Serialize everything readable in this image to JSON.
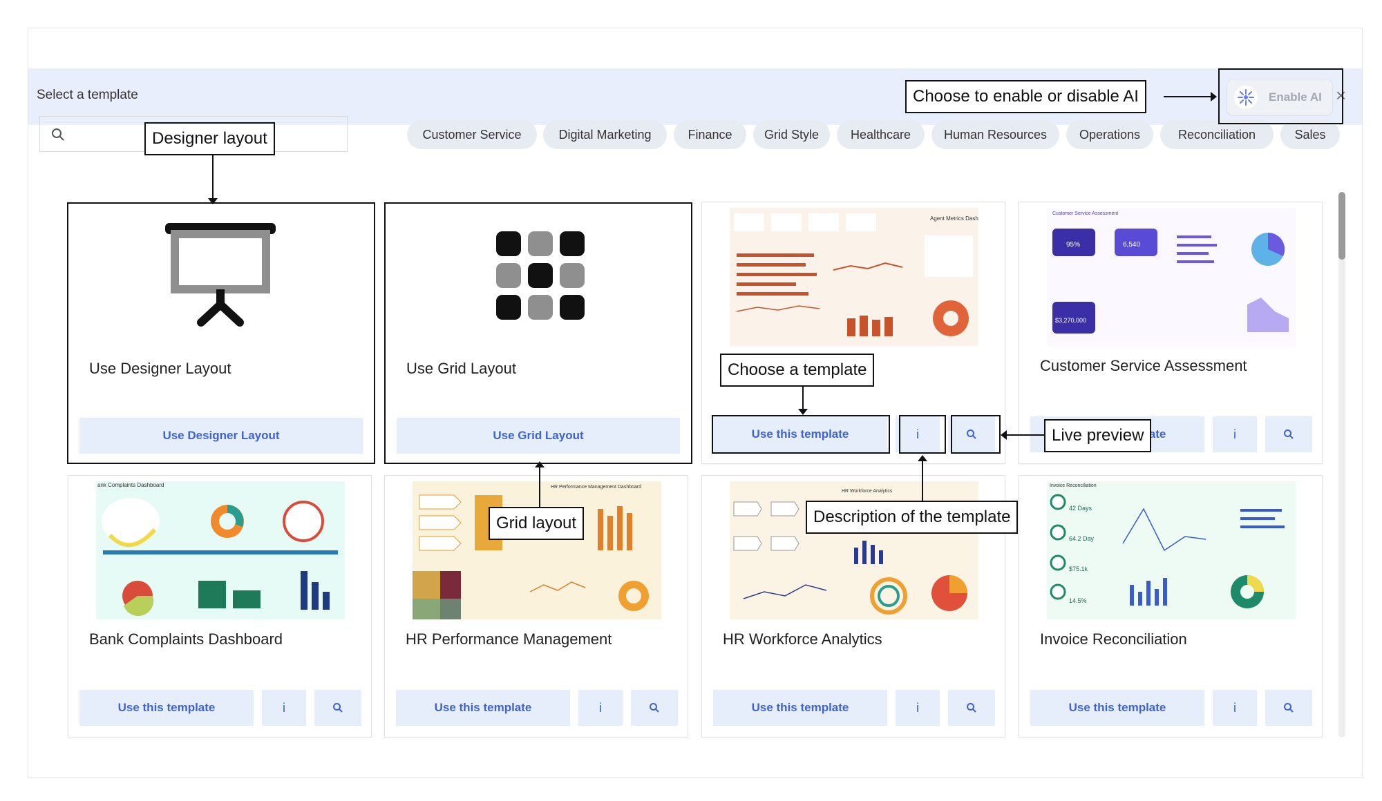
{
  "header": {
    "title": "Select a template",
    "ai_toggle_label": "Enable AI",
    "close": "×"
  },
  "search": {
    "placeholder": ""
  },
  "categories": [
    "Customer Service",
    "Digital Marketing",
    "Finance",
    "Grid Style",
    "Healthcare",
    "Human Resources",
    "Operations",
    "Reconciliation",
    "Sales"
  ],
  "layouts": [
    {
      "title": "Use Designer Layout",
      "button": "Use Designer Layout",
      "icon": "presentation-board-icon"
    },
    {
      "title": "Use Grid Layout",
      "button": "Use Grid Layout",
      "icon": "grid-dots-icon"
    }
  ],
  "templates": [
    {
      "title": "Customer Service Assessment",
      "button": "Use this template",
      "info": "i"
    },
    {
      "title": "Bank Complaints Dashboard",
      "button": "Use this template",
      "info": "i"
    },
    {
      "title": "HR Performance Management",
      "button": "Use this template",
      "info": "i"
    },
    {
      "title": "HR Workforce Analytics",
      "button": "Use this template",
      "info": "i"
    },
    {
      "title": "Invoice Reconciliation",
      "button": "Use this template",
      "info": "i"
    }
  ],
  "first_template": {
    "button": "Use this template",
    "info": "i"
  },
  "thumbnail_texts": {
    "bank_title": "ank Complaints Dashboard",
    "hr_perf_title": "HR Performance Management Dashboard",
    "hr_workforce_title": "HR Workforce Analytics",
    "invoice_title": "Invoice Reconciliation",
    "invoice_kpi1": "42 Days",
    "invoice_kpi2": "64.2 Day",
    "invoice_kpi3": "$75.1k",
    "invoice_kpi4": "14.5%",
    "cs_title": "Customer Service Assessment",
    "cs_kpi1": "95%",
    "cs_kpi2": "6,540",
    "cs_kpi3": "$3,270,000",
    "agent_title": "Agent Metrics Dashboard"
  },
  "annotations": {
    "designer": "Designer layout",
    "grid": "Grid layout",
    "choose_template": "Choose a template",
    "live_preview": "Live preview",
    "description": "Description of the template",
    "ai": "Choose to enable or disable AI"
  },
  "colors": {
    "accent": "#3e63d3",
    "button_bg": "#e6edfb",
    "header_bg": "#e8eefb",
    "chip_bg": "#e7ebf2"
  }
}
